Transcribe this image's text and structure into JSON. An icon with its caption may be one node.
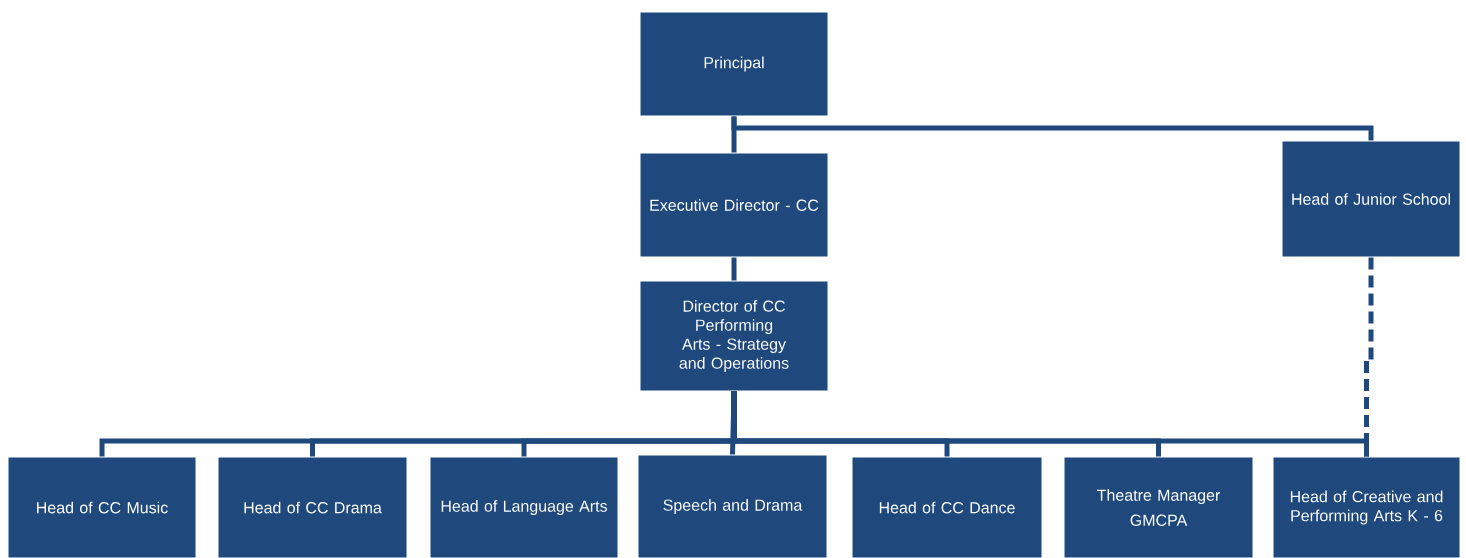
{
  "diagram": {
    "nodes": [
      {
        "text": [
          "Principal"
        ]
      },
      {
        "text": [
          "Executive Director - CC"
        ]
      },
      {
        "text": [
          "Head of Junior School"
        ]
      },
      {
        "text": [
          "Director of CC Performing Arts - Strategy and Operations"
        ]
      },
      {
        "text": [
          "Head of CC Music"
        ]
      },
      {
        "text": [
          "Head of CC Drama"
        ]
      },
      {
        "text": [
          "Head of Language Arts"
        ]
      },
      {
        "text": [
          "Speech and Drama"
        ]
      },
      {
        "text": [
          "Head of CC Dance"
        ]
      },
      {
        "text": [
          "Theatre Manager",
          "GMCPA"
        ]
      },
      {
        "text": [
          "Head of Creative and Performing Arts K - 6"
        ]
      }
    ],
    "edges": [
      {
        "from": 0,
        "to": 1,
        "arrow": "none"
      },
      {
        "from": 0,
        "to": 2,
        "arrow": "none"
      },
      {
        "from": 1,
        "to": 3,
        "arrow": "none"
      },
      {
        "from": 3,
        "to": 4,
        "arrow": "none"
      },
      {
        "from": 3,
        "to": 5,
        "arrow": "none"
      },
      {
        "from": 3,
        "to": 6,
        "arrow": "none"
      },
      {
        "from": 3,
        "to": 7,
        "arrow": "none"
      },
      {
        "from": 3,
        "to": 8,
        "arrow": "none"
      },
      {
        "from": 3,
        "to": 9,
        "arrow": "none"
      },
      {
        "from": 3,
        "to": 10,
        "arrow": "none"
      },
      {
        "from": 2,
        "to": 10,
        "arrow": "none",
        "style": "dashed"
      }
    ]
  }
}
